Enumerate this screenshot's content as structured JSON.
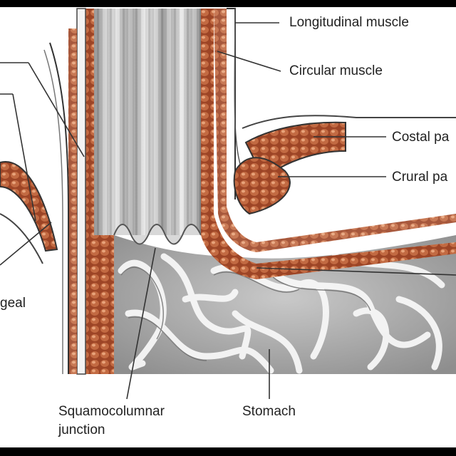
{
  "labels": {
    "longitudinal_muscle": "Longitudinal muscle",
    "circular_muscle": "Circular muscle",
    "costal_part": "Costal pa",
    "crural_part": "Crural pa",
    "geal_fragment": "geal",
    "squamocolumnar_line1": "Squamocolumnar",
    "squamocolumnar_line2": "junction",
    "stomach": "Stomach"
  },
  "colors": {
    "muscle": "#b4532e",
    "muscle_highlight": "#e79a6c",
    "mucosa_gray": "#8f8f8f",
    "frame": "#000000"
  }
}
